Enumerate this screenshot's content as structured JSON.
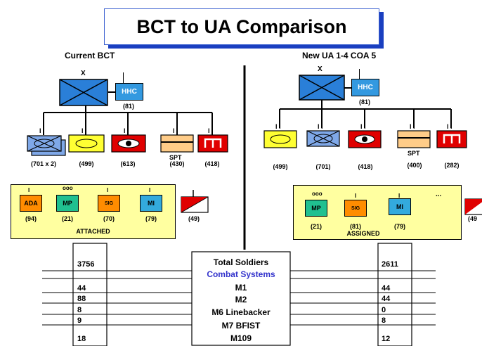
{
  "title": "BCT to UA Comparison",
  "left": {
    "heading": "Current BCT",
    "top_echelon": "X",
    "hhc": {
      "label": "HHC",
      "count": "(81)"
    },
    "units": [
      {
        "echelon": "I I",
        "count": "(701 x 2)",
        "color": "#7fa8e8"
      },
      {
        "echelon": "I I",
        "count": "(499)",
        "color": "#ffff33"
      },
      {
        "echelon": "I I",
        "count": "(613)",
        "color": "#e00000"
      },
      {
        "echelon": "I I",
        "label": "SPT",
        "count": "(430)",
        "color": "#ffcc88"
      },
      {
        "echelon": "I I",
        "count": "(418)",
        "color": "#e00000"
      }
    ],
    "panel": {
      "caption": "ATTACHED",
      "units": [
        {
          "label": "ADA",
          "count": "(94)",
          "echelon": "I",
          "color": "#ff8c00"
        },
        {
          "label": "MP",
          "count": "(21)",
          "echelon": "ooo",
          "color": "#20c090"
        },
        {
          "label": "SIG",
          "count": "(70)",
          "echelon": "I",
          "color": "#ff8c00"
        },
        {
          "label": "MI",
          "count": "(79)",
          "echelon": "I",
          "color": "#33aadd"
        }
      ]
    },
    "outside": {
      "count": "(49)"
    }
  },
  "right": {
    "heading": "New UA 1-4  COA 5",
    "top_echelon": "X",
    "hhc": {
      "label": "HHC",
      "count": "(81)"
    },
    "units": [
      {
        "echelon": "I I",
        "count": "(499)",
        "color": "#ffff33"
      },
      {
        "echelon": "I I",
        "count": "(701)",
        "color": "#7fa8e8"
      },
      {
        "echelon": "I I",
        "count": "(418)",
        "color": "#e00000"
      },
      {
        "echelon": "I I",
        "label": "SPT",
        "count": "(400)",
        "color": "#ffcc88"
      },
      {
        "echelon": "I I",
        "count": "(282)",
        "color": "#e00000"
      }
    ],
    "panel": {
      "caption": "ASSIGNED",
      "units": [
        {
          "label": "MP",
          "count": "(21)",
          "echelon": "ooo",
          "color": "#20c090"
        },
        {
          "label": "SIG",
          "count": "(81)",
          "echelon": "I",
          "color": "#ff8c00"
        },
        {
          "label": "MI",
          "count": "(79)",
          "echelon": "I",
          "color": "#33aadd"
        }
      ],
      "extra_echelon": "..."
    },
    "outside": {
      "count": "(49"
    }
  },
  "table": {
    "rows": [
      {
        "label": "Total Soldiers",
        "left": "3756",
        "right": "2611"
      },
      {
        "label": "Combat Systems",
        "left": "",
        "right": ""
      },
      {
        "label": "M1",
        "left": "44",
        "right": "44"
      },
      {
        "label": "M2",
        "left": "88",
        "right": "44"
      },
      {
        "label": "M6 Linebacker",
        "left": "8",
        "right": "0"
      },
      {
        "label": "M7  BFIST",
        "left": "9",
        "right": "8"
      },
      {
        "label": "M109",
        "left": "18",
        "right": "12"
      }
    ],
    "highlight_color": "#3333cc"
  }
}
